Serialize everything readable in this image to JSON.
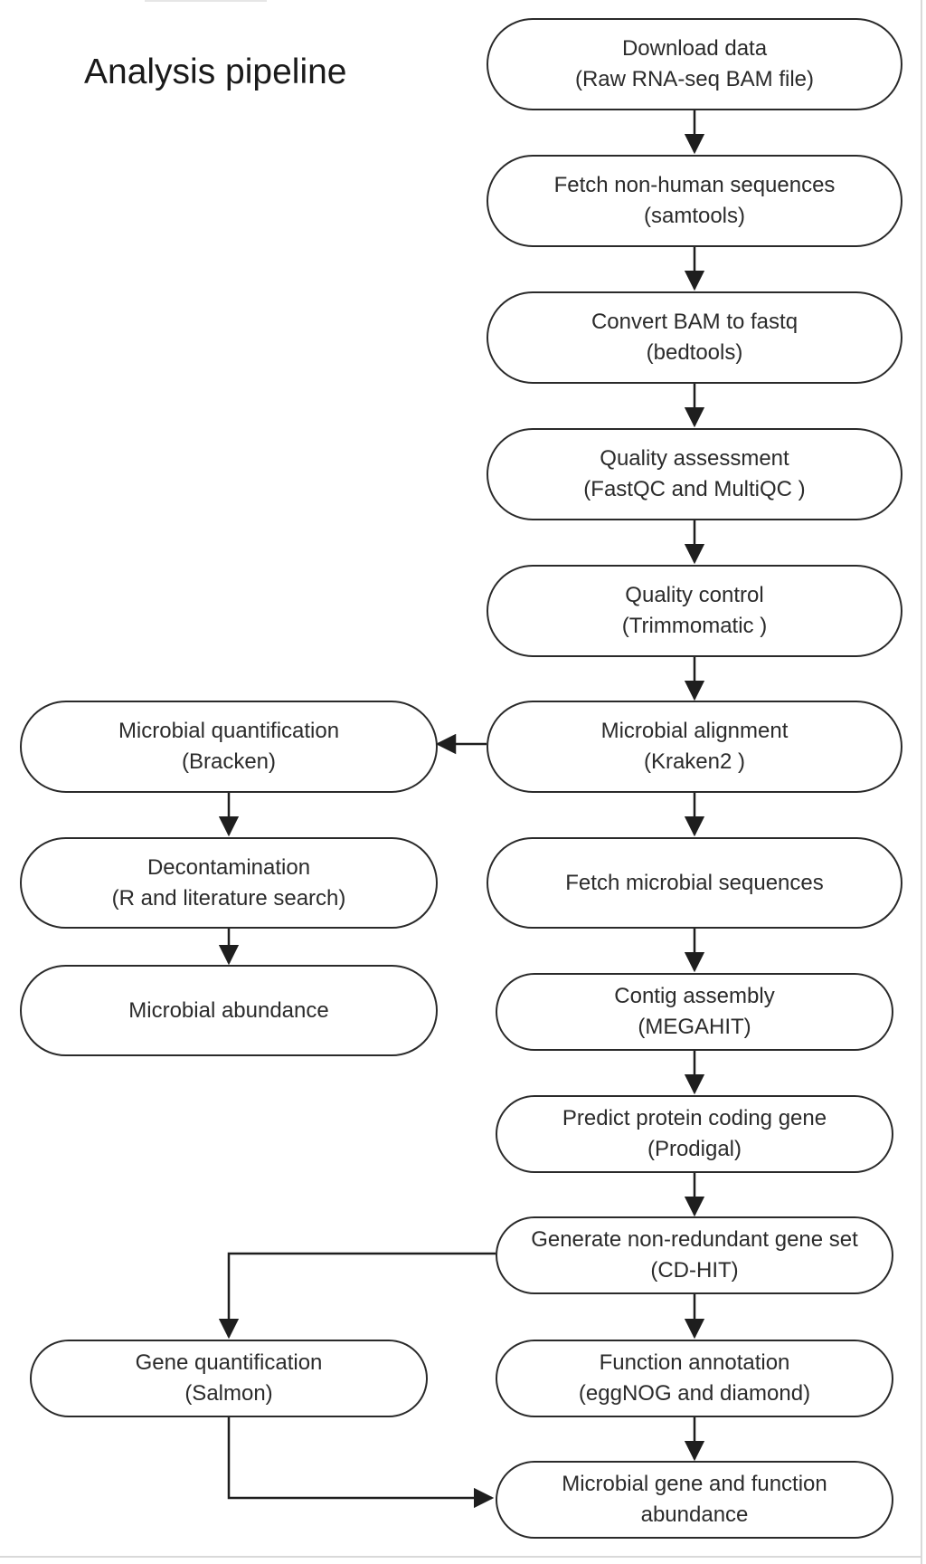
{
  "diagram": {
    "title": "Analysis pipeline",
    "nodes": [
      {
        "id": "download-data",
        "line1": "Download data",
        "line2": "(Raw RNA-seq BAM file)"
      },
      {
        "id": "fetch-nonhuman",
        "line1": "Fetch non-human sequences",
        "line2": "(samtools)"
      },
      {
        "id": "convert-bam",
        "line1": "Convert BAM to fastq",
        "line2": "(bedtools)"
      },
      {
        "id": "quality-assessment",
        "line1": "Quality assessment",
        "line2": "(FastQC and MultiQC )"
      },
      {
        "id": "quality-control",
        "line1": "Quality control",
        "line2": "(Trimmomatic )"
      },
      {
        "id": "microbial-alignment",
        "line1": "Microbial alignment",
        "line2": "(Kraken2 )"
      },
      {
        "id": "microbial-quant",
        "line1": "Microbial quantification",
        "line2": "(Bracken)"
      },
      {
        "id": "decontamination",
        "line1": "Decontamination",
        "line2": "(R and literature search)"
      },
      {
        "id": "microbial-abundance",
        "line1": "Microbial abundance",
        "line2": ""
      },
      {
        "id": "fetch-microbial",
        "line1": "Fetch microbial sequences",
        "line2": ""
      },
      {
        "id": "contig-assembly",
        "line1": "Contig assembly",
        "line2": "(MEGAHIT)"
      },
      {
        "id": "predict-genes",
        "line1": "Predict protein coding gene",
        "line2": "(Prodigal)"
      },
      {
        "id": "nonredundant-geneset",
        "line1": "Generate non-redundant gene set",
        "line2": "(CD-HIT)"
      },
      {
        "id": "gene-quant",
        "line1": "Gene quantification",
        "line2": "(Salmon)"
      },
      {
        "id": "function-annotation",
        "line1": "Function annotation",
        "line2": "(eggNOG and diamond)"
      },
      {
        "id": "gene-function-abundance",
        "line1": "Microbial gene and function",
        "line2": "abundance"
      }
    ]
  }
}
